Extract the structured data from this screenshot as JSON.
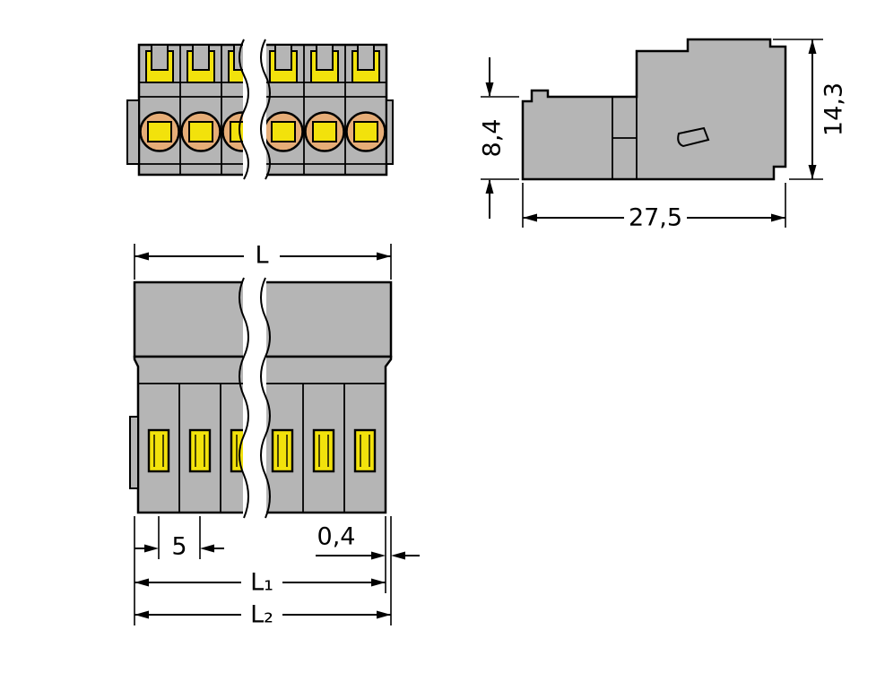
{
  "colors": {
    "body": "#b5b5b5",
    "yellow": "#f2e20c",
    "orange": "#e6ad77",
    "line": "#000000",
    "bg": "#ffffff"
  },
  "dimensions": {
    "side_height_front": "8,4",
    "side_height_total": "14,3",
    "side_depth": "27,5",
    "overall_length": "L",
    "pole_pitch": "5",
    "end_wall": "0,4",
    "length_l1": "L₁",
    "length_l2": "L₂"
  }
}
